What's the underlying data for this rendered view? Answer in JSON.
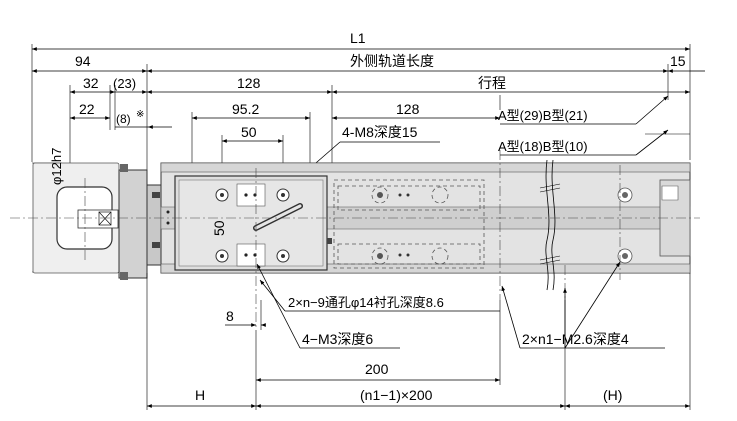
{
  "dims": {
    "overall_length": "L1",
    "rail_length": "外侧轨道长度",
    "d94": "94",
    "d15": "15",
    "d32": "32",
    "d23": "(23)",
    "d22": "22",
    "d8_star": "(8)",
    "star": "※",
    "shaft": "φ12h7",
    "d128_left": "128",
    "stroke": "行程",
    "d95_2": "95.2",
    "d50_top": "50",
    "d128_right": "128",
    "typeA29_B21": "A型(29)B型(21)",
    "typeA18_B10": "A型(18)B型(10)",
    "m8": "4-M8深度15",
    "d50_side": "50",
    "d8_bottom": "8",
    "hole_note": "2×n−9通孔φ14衬孔深度8.6",
    "m3": "4−M3深度6",
    "m26": "2×n1−M2.6深度4",
    "d200": "200",
    "H_left": "H",
    "pitch": "(n1−1)×200",
    "H_right": "(H)"
  }
}
